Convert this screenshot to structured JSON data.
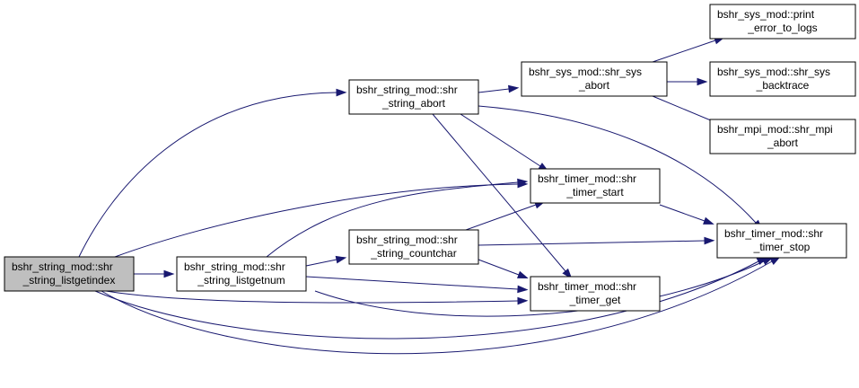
{
  "graph": {
    "title": "",
    "colors": {
      "edge": "#191970",
      "root_fill": "#bfbfbf",
      "node_fill": "#ffffff",
      "border": "#000000"
    },
    "nodes": [
      {
        "id": "listgetindex",
        "line1": "bshr_string_mod::shr",
        "line2": "_string_listgetindex",
        "root": true
      },
      {
        "id": "listgetnum",
        "line1": "bshr_string_mod::shr",
        "line2": "_string_listgetnum"
      },
      {
        "id": "string_abort",
        "line1": "bshr_string_mod::shr",
        "line2": "_string_abort"
      },
      {
        "id": "countchar",
        "line1": "bshr_string_mod::shr",
        "line2": "_string_countchar"
      },
      {
        "id": "sys_abort",
        "line1": "bshr_sys_mod::shr_sys",
        "line2": "_abort"
      },
      {
        "id": "timer_start",
        "line1": "bshr_timer_mod::shr",
        "line2": "_timer_start"
      },
      {
        "id": "timer_get",
        "line1": "bshr_timer_mod::shr",
        "line2": "_timer_get"
      },
      {
        "id": "print_error",
        "line1": "bshr_sys_mod::print",
        "line2": "_error_to_logs"
      },
      {
        "id": "backtrace",
        "line1": "bshr_sys_mod::shr_sys",
        "line2": "_backtrace"
      },
      {
        "id": "mpi_abort",
        "line1": "bshr_mpi_mod::shr_mpi",
        "line2": "_abort"
      },
      {
        "id": "timer_stop",
        "line1": "bshr_timer_mod::shr",
        "line2": "_timer_stop"
      }
    ],
    "edges": [
      {
        "from": "listgetindex",
        "to": "string_abort"
      },
      {
        "from": "listgetindex",
        "to": "timer_start"
      },
      {
        "from": "listgetindex",
        "to": "listgetnum"
      },
      {
        "from": "listgetindex",
        "to": "timer_get"
      },
      {
        "from": "listgetindex",
        "to": "timer_stop"
      },
      {
        "from": "listgetindex",
        "to": "timer_stop"
      },
      {
        "from": "string_abort",
        "to": "sys_abort"
      },
      {
        "from": "string_abort",
        "to": "timer_start"
      },
      {
        "from": "string_abort",
        "to": "timer_get"
      },
      {
        "from": "string_abort",
        "to": "timer_stop"
      },
      {
        "from": "sys_abort",
        "to": "print_error"
      },
      {
        "from": "sys_abort",
        "to": "backtrace"
      },
      {
        "from": "sys_abort",
        "to": "mpi_abort"
      },
      {
        "from": "listgetnum",
        "to": "timer_start"
      },
      {
        "from": "listgetnum",
        "to": "countchar"
      },
      {
        "from": "listgetnum",
        "to": "timer_get"
      },
      {
        "from": "listgetnum",
        "to": "timer_stop"
      },
      {
        "from": "countchar",
        "to": "timer_start"
      },
      {
        "from": "countchar",
        "to": "timer_stop"
      },
      {
        "from": "countchar",
        "to": "timer_get"
      },
      {
        "from": "timer_start",
        "to": "timer_stop"
      }
    ]
  }
}
